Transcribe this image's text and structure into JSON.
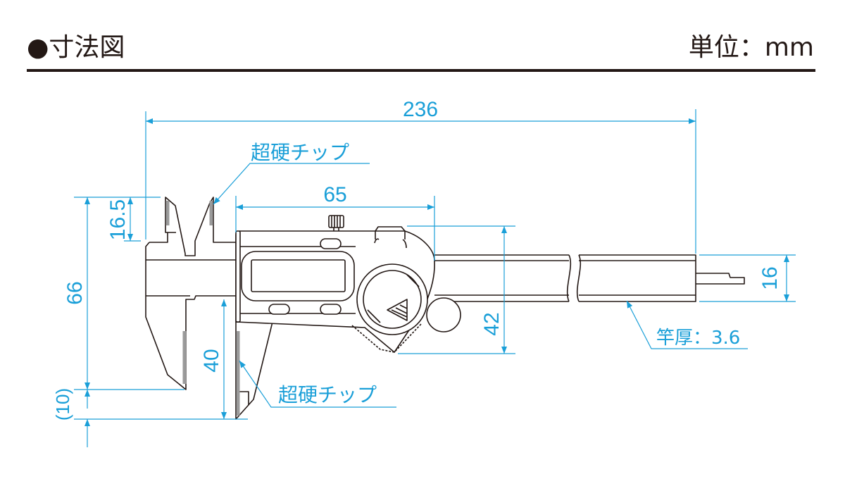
{
  "header": {
    "title": "●寸法図",
    "unit": "単位：mm"
  },
  "dimensions": {
    "overall_length": "236",
    "slider_length": "65",
    "inside_jaw_depth": "16.5",
    "outside_jaw_depth": "66",
    "jaw_tip": "(10)",
    "outside_jaw_length": "40",
    "slider_height": "42",
    "beam_width": "16"
  },
  "annotations": {
    "carbide_tip_upper": "超硬チップ",
    "carbide_tip_lower": "超硬チップ",
    "beam_thickness": "竿厚：3.6"
  },
  "colors": {
    "dimension": "#1a9fd8",
    "line": "#231815",
    "tip": "#9a9a9a"
  }
}
